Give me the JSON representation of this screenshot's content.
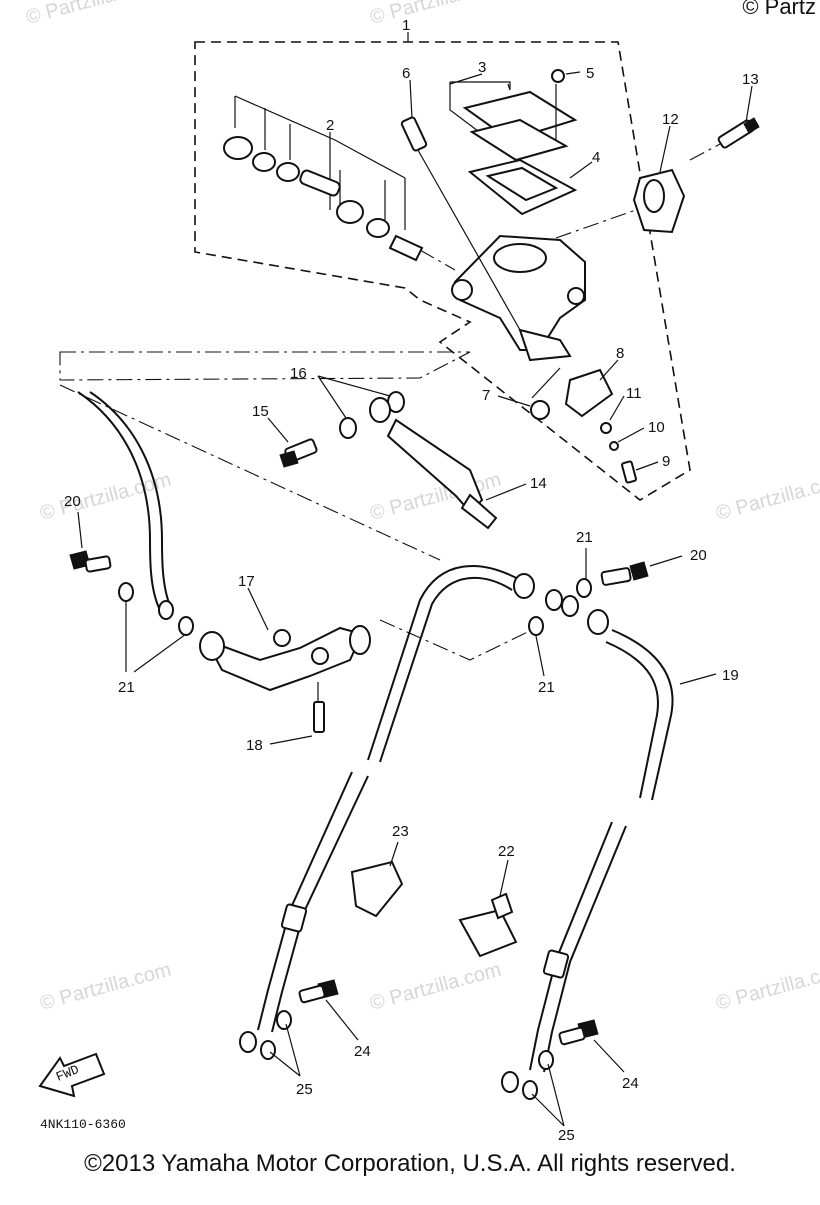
{
  "watermark": {
    "text": "© Partzilla.com",
    "corner_text": "© Partz"
  },
  "diagram": {
    "part_code": "4NK110-6360",
    "fwd_label": "FWD",
    "callouts": {
      "c1": "1",
      "c2": "2",
      "c3": "3",
      "c4": "4",
      "c5": "5",
      "c6": "6",
      "c7": "7",
      "c8": "8",
      "c9": "9",
      "c10": "10",
      "c11": "11",
      "c12": "12",
      "c13": "13",
      "c14": "14",
      "c15": "15",
      "c16": "16",
      "c17": "17",
      "c18": "18",
      "c19": "19",
      "c20a": "20",
      "c20b": "20",
      "c21a": "21",
      "c21b": "21",
      "c21c": "21",
      "c22": "22",
      "c23": "23",
      "c24a": "24",
      "c24b": "24",
      "c25a": "25",
      "c25b": "25"
    }
  },
  "footer": {
    "text": "©2013 Yamaha Motor Corporation, U.S.A. All rights reserved."
  }
}
